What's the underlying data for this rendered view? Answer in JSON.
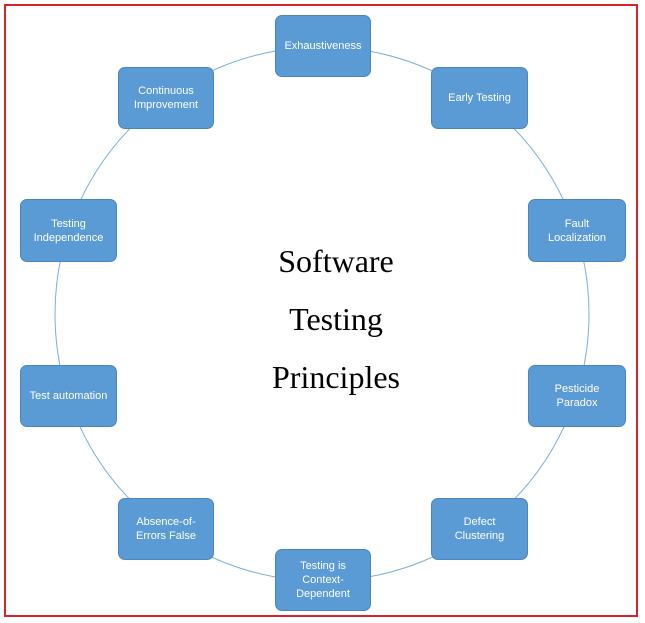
{
  "diagram": {
    "title_lines": [
      "Software",
      "Testing",
      "Principles"
    ],
    "nodes": [
      {
        "id": "exhaustiveness",
        "label": "Exhaustiveness"
      },
      {
        "id": "early-testing",
        "label": "Early Testing"
      },
      {
        "id": "fault-localization",
        "label": "Fault\nLocalization"
      },
      {
        "id": "pesticide-paradox",
        "label": "Pesticide\nParadox"
      },
      {
        "id": "defect-clustering",
        "label": "Defect\nClustering"
      },
      {
        "id": "testing-context-dependent",
        "label": "Testing is\nContext-\nDependent"
      },
      {
        "id": "absence-of-errors-false",
        "label": "Absence-of-\nErrors False"
      },
      {
        "id": "test-automation",
        "label": "Test automation"
      },
      {
        "id": "testing-independence",
        "label": "Testing\nIndependence"
      },
      {
        "id": "continuous-improvement",
        "label": "Continuous\nImprovement"
      }
    ],
    "colors": {
      "node_fill": "#5b9bd5",
      "node_text": "#ffffff",
      "ring": "#7aaed9",
      "frame": "#d9232b",
      "title": "#000000"
    }
  }
}
